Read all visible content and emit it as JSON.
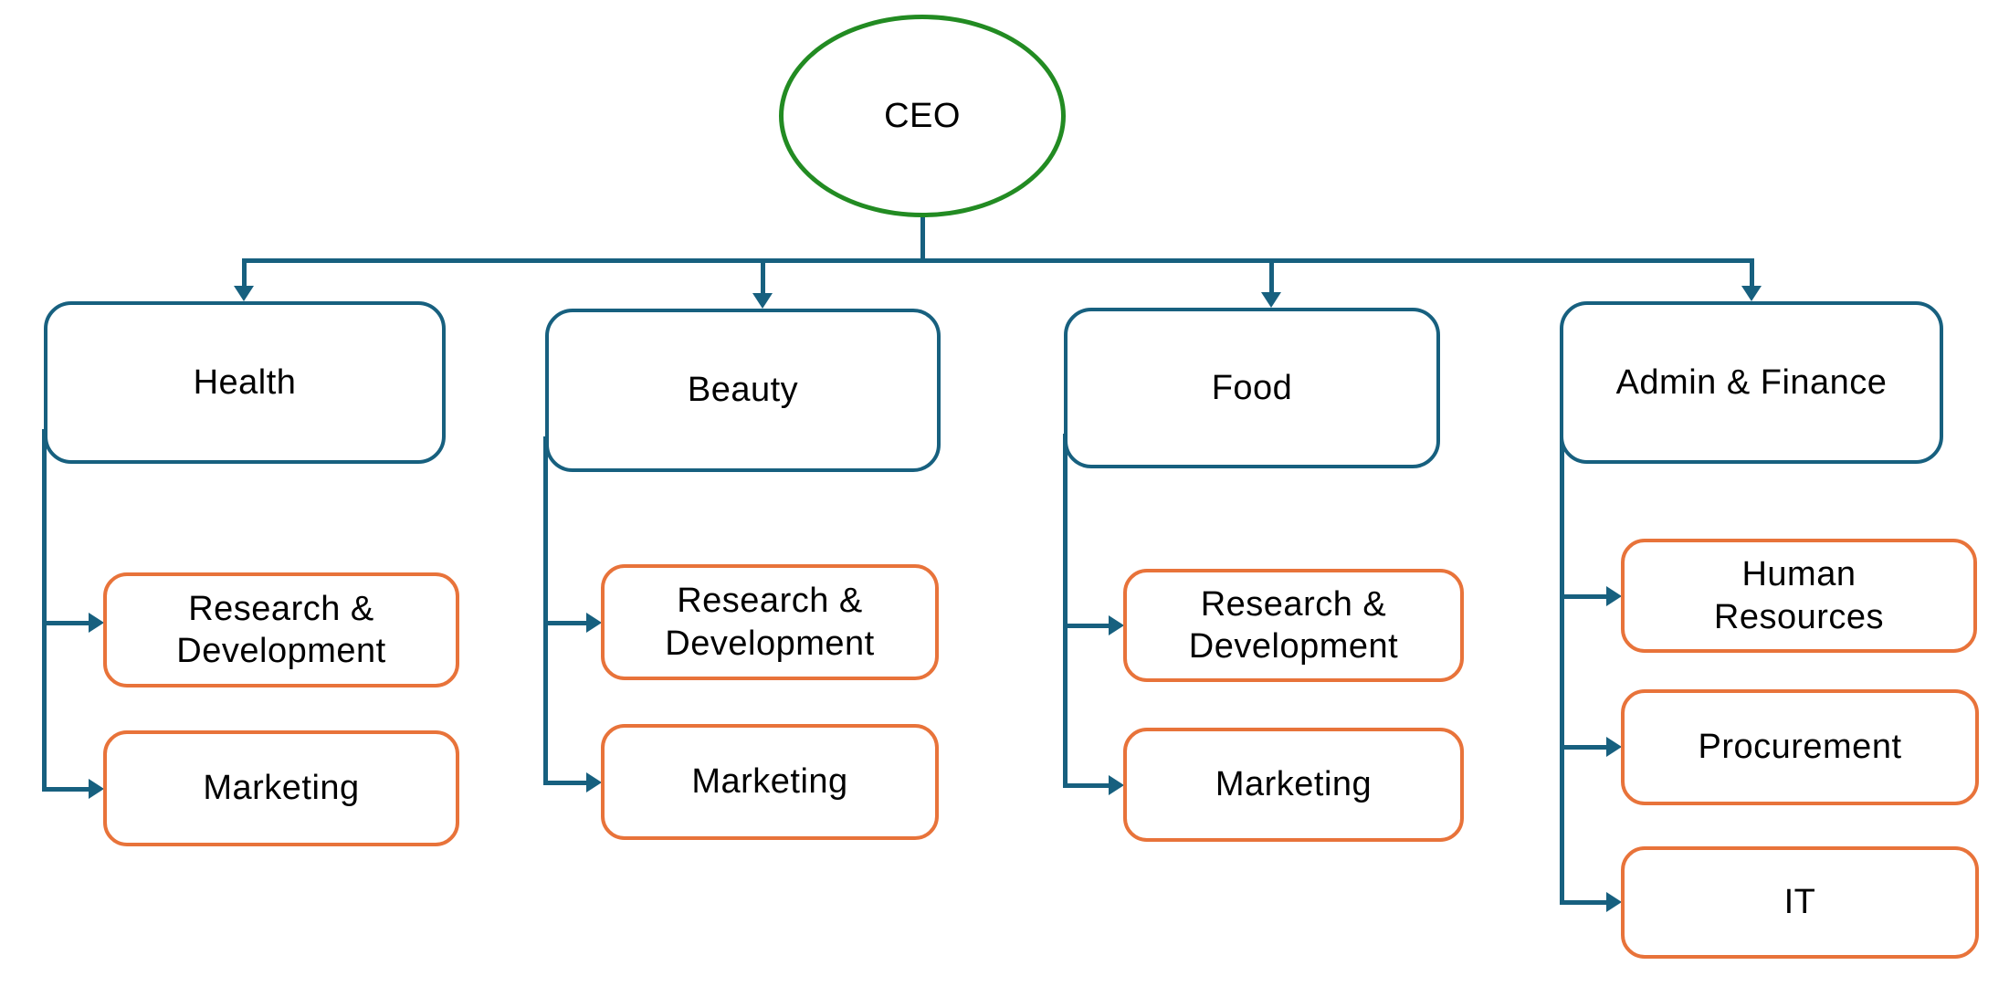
{
  "diagram": {
    "type": "org-chart",
    "root": {
      "label": "CEO",
      "shape": "ellipse"
    },
    "divisions": [
      {
        "label": "Health",
        "departments": [
          {
            "label": "Research &\nDevelopment"
          },
          {
            "label": "Marketing"
          }
        ]
      },
      {
        "label": "Beauty",
        "departments": [
          {
            "label": "Research &\nDevelopment"
          },
          {
            "label": "Marketing"
          }
        ]
      },
      {
        "label": "Food",
        "departments": [
          {
            "label": "Research &\nDevelopment"
          },
          {
            "label": "Marketing"
          }
        ]
      },
      {
        "label": "Admin & Finance",
        "departments": [
          {
            "label": "Human\nResources"
          },
          {
            "label": "Procurement"
          },
          {
            "label": "IT"
          }
        ]
      }
    ],
    "colors": {
      "root_border": "#228B22",
      "division_border": "#17607F",
      "department_border": "#E8733A",
      "connector": "#17607F",
      "text": "#000000",
      "background": "#FFFFFF"
    }
  }
}
